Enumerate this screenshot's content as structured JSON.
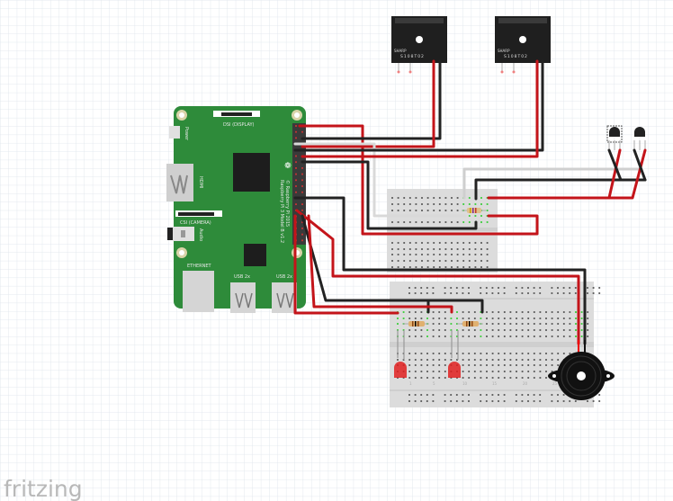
{
  "app": {
    "logo": "fritzing"
  },
  "raspberry_pi": {
    "model": "Raspberry Pi 3 Model B v1.2",
    "copyright": "© Raspberry Pi 2015",
    "labels": {
      "display": "DSI (DISPLAY)",
      "power": "Power",
      "hdmi": "HDMI",
      "camera": "CSI (CAMERA)",
      "audio": "Audio",
      "ethernet": "ETHERNET",
      "usb1": "USB 2x",
      "usb2": "USB 2x"
    },
    "board_color": "#2e8b3a"
  },
  "relays": [
    {
      "brand": "SHARP",
      "part": "S108T02"
    },
    {
      "brand": "SHARP",
      "part": "S108T02"
    }
  ],
  "breadboard_bottom": {
    "column_numbers": [
      "1",
      "5",
      "10",
      "15",
      "20",
      "25"
    ]
  },
  "leds": [
    {
      "color": "#e02020"
    },
    {
      "color": "#e02020"
    }
  ],
  "wire_colors": {
    "red": "#c4141a",
    "black": "#222222",
    "white": "#d9d9d9"
  }
}
